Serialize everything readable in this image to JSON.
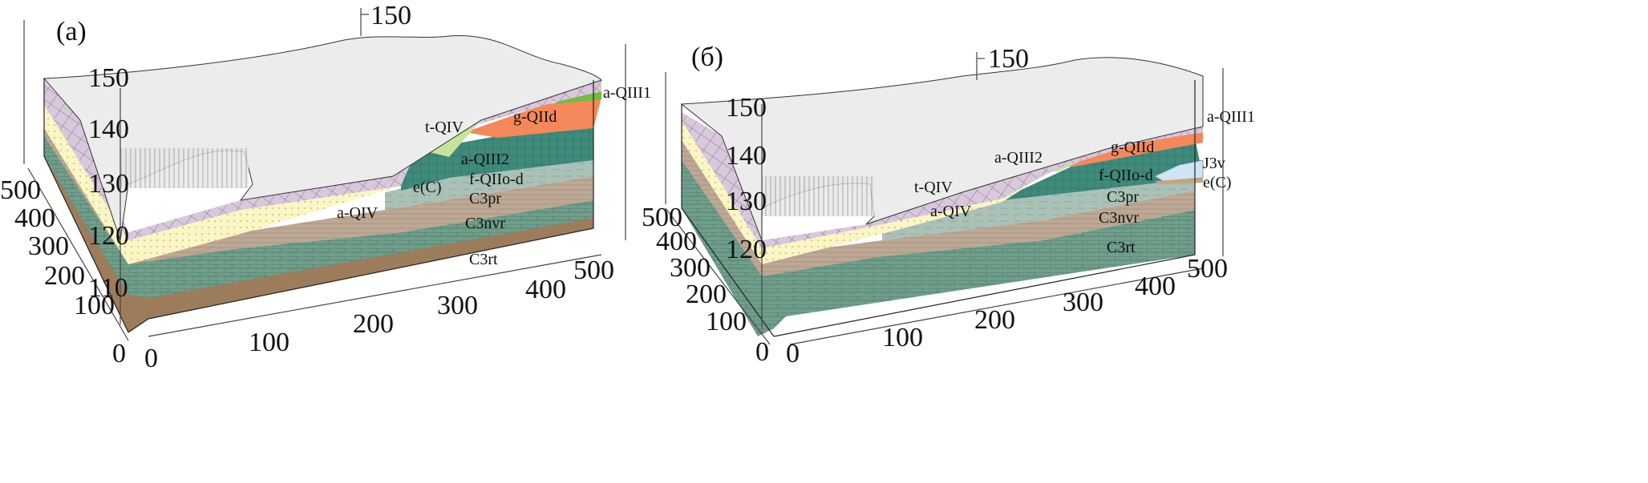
{
  "panels": [
    {
      "id": "a",
      "label": "(a)",
      "top_tick": "150",
      "z_ticks": [
        "150",
        "140",
        "130",
        "120",
        "110"
      ],
      "y_ticks": [
        "500",
        "400",
        "300",
        "200",
        "100",
        "0"
      ],
      "x_ticks": [
        "0",
        "100",
        "200",
        "300",
        "400",
        "500"
      ],
      "layers": [
        "a-QIII1",
        "t-QIV",
        "g-QIId",
        "a-QIII2",
        "f-QIIo-d",
        "C3pr",
        "e(C)",
        "a-QIV",
        "C3nvr",
        "C3rt"
      ]
    },
    {
      "id": "b",
      "label": "(б)",
      "top_tick": "150",
      "z_ticks": [
        "150",
        "140",
        "130",
        "120"
      ],
      "y_ticks": [
        "500",
        "400",
        "300",
        "200",
        "100",
        "0"
      ],
      "x_ticks": [
        "0",
        "100",
        "200",
        "300",
        "400",
        "500"
      ],
      "layers": [
        "a-QIII1",
        "a-QIII2",
        "g-QIId",
        "t-QIV",
        "f-QIIo-d",
        "J3v",
        "e(C)",
        "C3pr",
        "a-QIV",
        "C3nvr",
        "C3rt"
      ]
    }
  ],
  "colors": {
    "surface": "#ececec",
    "tQIV": "#d9c8dc",
    "aQIV": "#fbf6c4",
    "gQIId": "#f4885a",
    "aQIII1": "#6fbe3c",
    "aQIII2": "#c7e39a",
    "fQIIod": "#3e8a7c",
    "C3pr": "#a9c1b6",
    "C3nvr": "#bda895",
    "C3rt": "#6f9e8b",
    "base": "#9d7c5c",
    "J3v": "#cfe4f4"
  }
}
